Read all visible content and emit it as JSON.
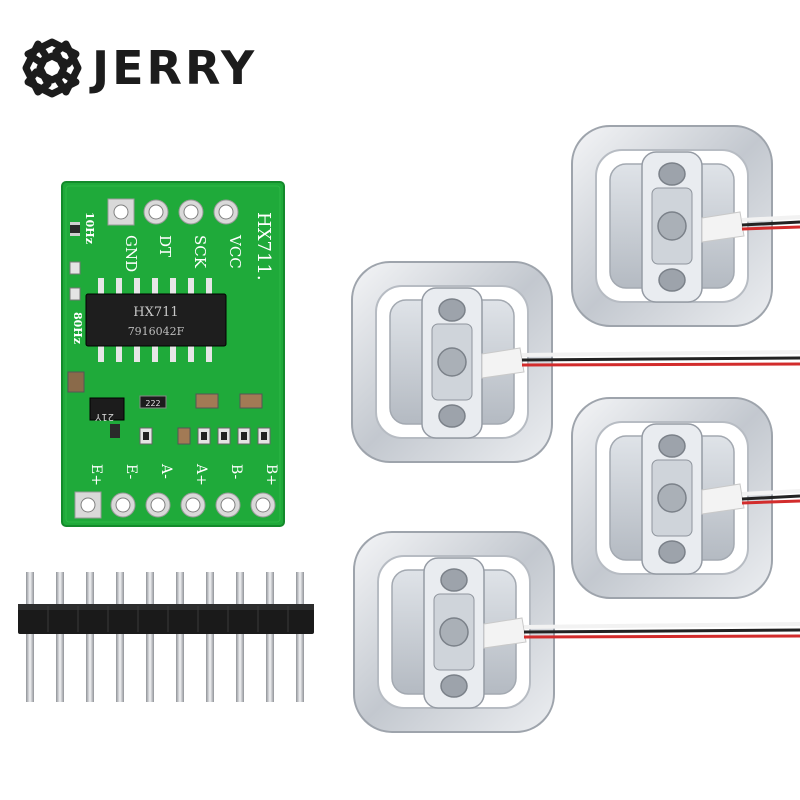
{
  "brand": {
    "name": "JERRY",
    "logo_icon": "knot-logo-icon",
    "color": "#1c1c1c"
  },
  "module": {
    "chip_label": "HX711",
    "chip_code": "7916042F",
    "title": "HX711.",
    "top_pins": [
      "GND",
      "DT",
      "SCK",
      "VCC"
    ],
    "bottom_pins": [
      "E+",
      "E-",
      "A-",
      "A+",
      "B-",
      "B+"
    ],
    "rate_10": "10Hz",
    "rate_80": "80Hz",
    "crystal": "21Y",
    "resistor": "222",
    "pcb_color": "#1faa3a"
  },
  "pin_header": {
    "pin_count": 10
  },
  "load_cells": {
    "count": 4,
    "wire_colors": [
      "#d22c2c",
      "#222222",
      "#f2f2f2"
    ]
  }
}
